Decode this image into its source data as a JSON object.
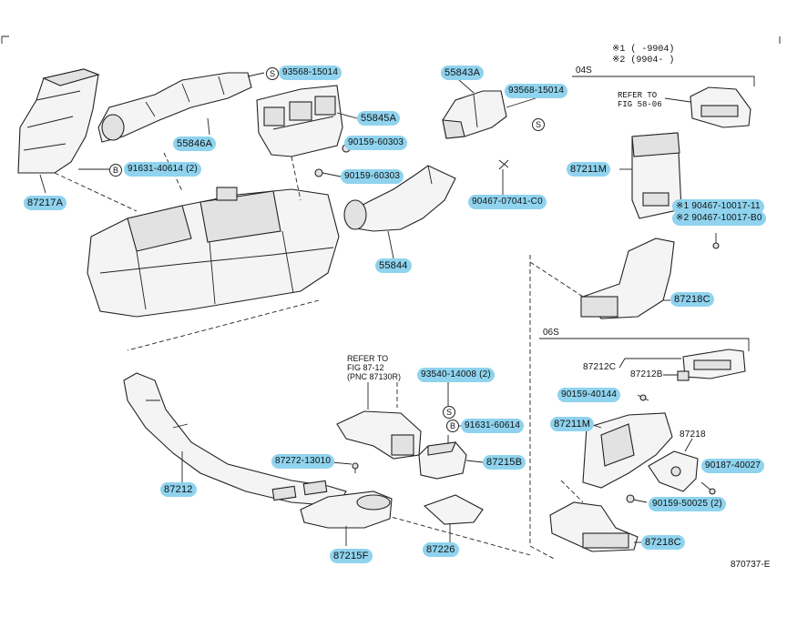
{
  "notes": {
    "legend_1": "※1 (    -9904)",
    "legend_2": "※2 (9904-    )",
    "variant_04s": "04S",
    "variant_06s": "06S",
    "refer_fig_58": [
      "REFER TO",
      "FIG 58-06"
    ],
    "refer_fig_87": [
      "REFER TO",
      "FIG 87-12",
      "(PNC 87130R)"
    ],
    "diagram_id": "870737-E"
  },
  "symbols": {
    "s": "S",
    "b": "B"
  },
  "parts": {
    "p93568_top": "93568-15014",
    "p55846A": "55846A",
    "p55845A": "55845A",
    "p90159_60303_a": "90159-60303",
    "p90159_60303_b": "90159-60303",
    "p91631_40614": "91631-40614 (2)",
    "p87217A": "87217A",
    "p55843A": "55843A",
    "p93568_right": "93568-15014",
    "p90467_07041": "90467-07041-C0",
    "p55844": "55844",
    "p87211M_top": "87211M",
    "p90467_10017_11": "※1 90467-10017-11",
    "p90467_10017_B0": "※2 90467-10017-B0",
    "p87218C_top": "87218C",
    "p87212C": "87212C",
    "p87212B": "87212B",
    "p90159_40144": "90159-40144",
    "p87211M_bottom": "87211M",
    "p87218": "87218",
    "p90187_40027": "90187-40027",
    "p90159_50025": "90159-50025 (2)",
    "p87218C_bottom": "87218C",
    "p93540_14008": "93540-14008 (2)",
    "p91631_60614": "91631-60614",
    "p87215B": "87215B",
    "p87226": "87226",
    "p87272_13010": "87272-13010",
    "p87212": "87212",
    "p87215F": "87215F"
  }
}
